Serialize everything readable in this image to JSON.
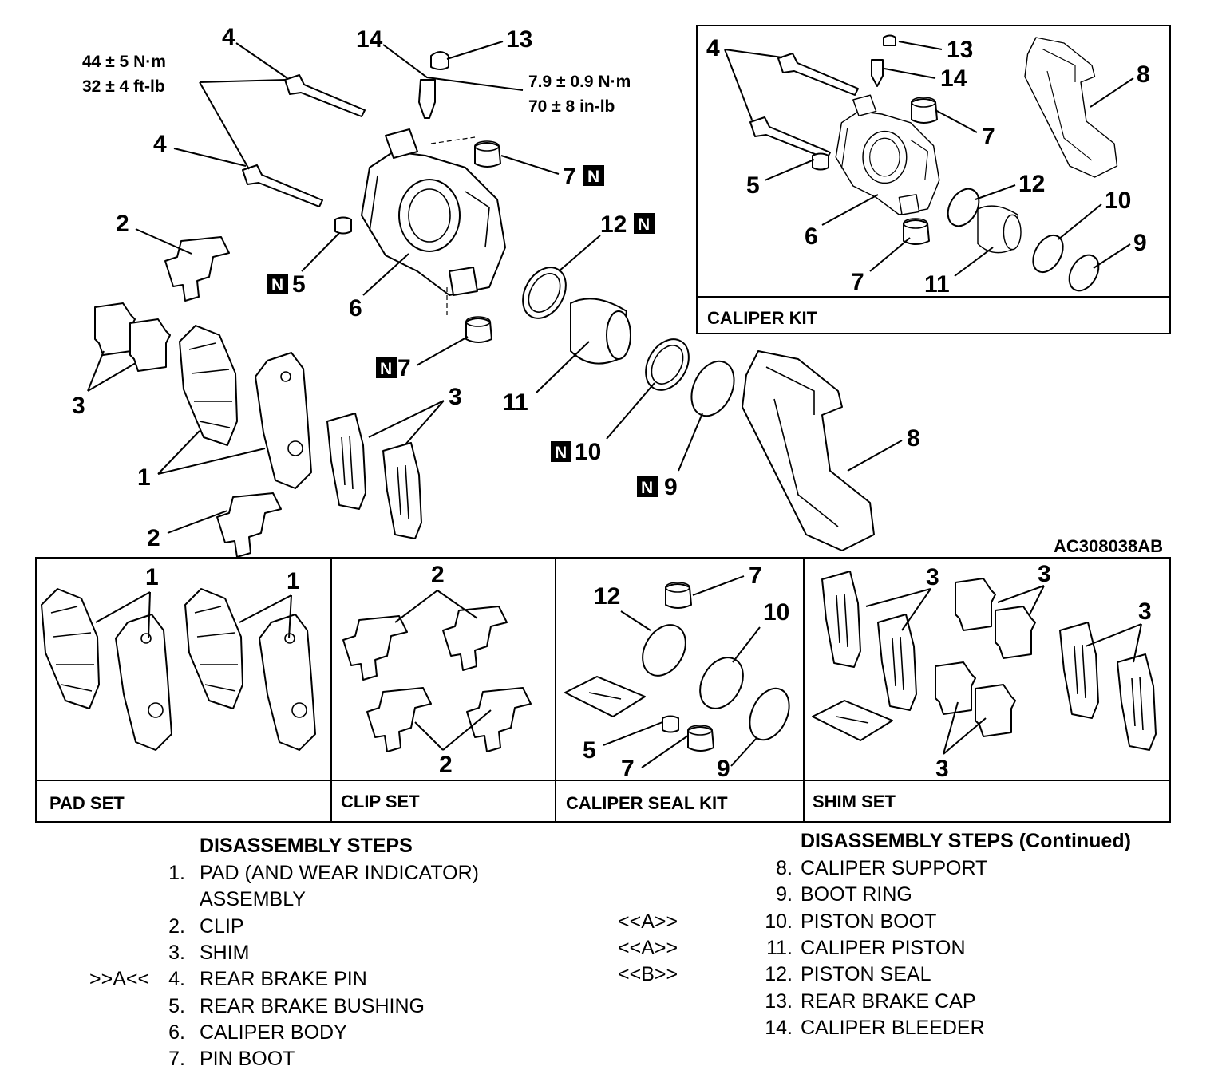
{
  "torque_main": [
    "44 ± 5 N·m",
    "32 ± 4 ft-lb"
  ],
  "torque_bleeder": [
    "7.9 ± 0.9 N·m",
    "70 ± 8 in-lb"
  ],
  "figure_code": "AC308038AB",
  "new_part_mark": "N",
  "kits": {
    "caliper_kit": "CALIPER KIT",
    "pad_set": "PAD SET",
    "clip_set": "CLIP SET",
    "caliper_seal_kit": "CALIPER SEAL KIT",
    "shim_set": "SHIM SET"
  },
  "callouts": {
    "n1": "1",
    "n2": "2",
    "n3": "3",
    "n4": "4",
    "n5": "5",
    "n6": "6",
    "n7": "7",
    "n8": "8",
    "n9": "9",
    "n10": "10",
    "n11": "11",
    "n12": "12",
    "n13": "13",
    "n14": "14"
  },
  "steps_left": {
    "heading": "DISASSEMBLY STEPS",
    "items": [
      {
        "ref": "",
        "num": "1.",
        "label": "PAD (AND WEAR INDICATOR)"
      },
      {
        "ref": "",
        "num": "",
        "label": "ASSEMBLY"
      },
      {
        "ref": "",
        "num": "2.",
        "label": "CLIP"
      },
      {
        "ref": "",
        "num": "3.",
        "label": "SHIM"
      },
      {
        "ref": ">>A<<",
        "num": "4.",
        "label": "REAR BRAKE PIN"
      },
      {
        "ref": "",
        "num": "5.",
        "label": "REAR BRAKE BUSHING"
      },
      {
        "ref": "",
        "num": "6.",
        "label": "CALIPER BODY"
      },
      {
        "ref": "",
        "num": "7.",
        "label": "PIN BOOT"
      }
    ]
  },
  "steps_right": {
    "heading": "DISASSEMBLY STEPS (Continued)",
    "items": [
      {
        "ref": "",
        "num": "8.",
        "label": "CALIPER SUPPORT"
      },
      {
        "ref": "",
        "num": "9.",
        "label": "BOOT RING"
      },
      {
        "ref": "<<A>>",
        "num": "10.",
        "label": "PISTON BOOT"
      },
      {
        "ref": "<<A>>",
        "num": "11.",
        "label": "CALIPER PISTON"
      },
      {
        "ref": "<<B>>",
        "num": "12.",
        "label": "PISTON SEAL"
      },
      {
        "ref": "",
        "num": "13.",
        "label": "REAR BRAKE CAP"
      },
      {
        "ref": "",
        "num": "14.",
        "label": "CALIPER BLEEDER"
      }
    ]
  }
}
